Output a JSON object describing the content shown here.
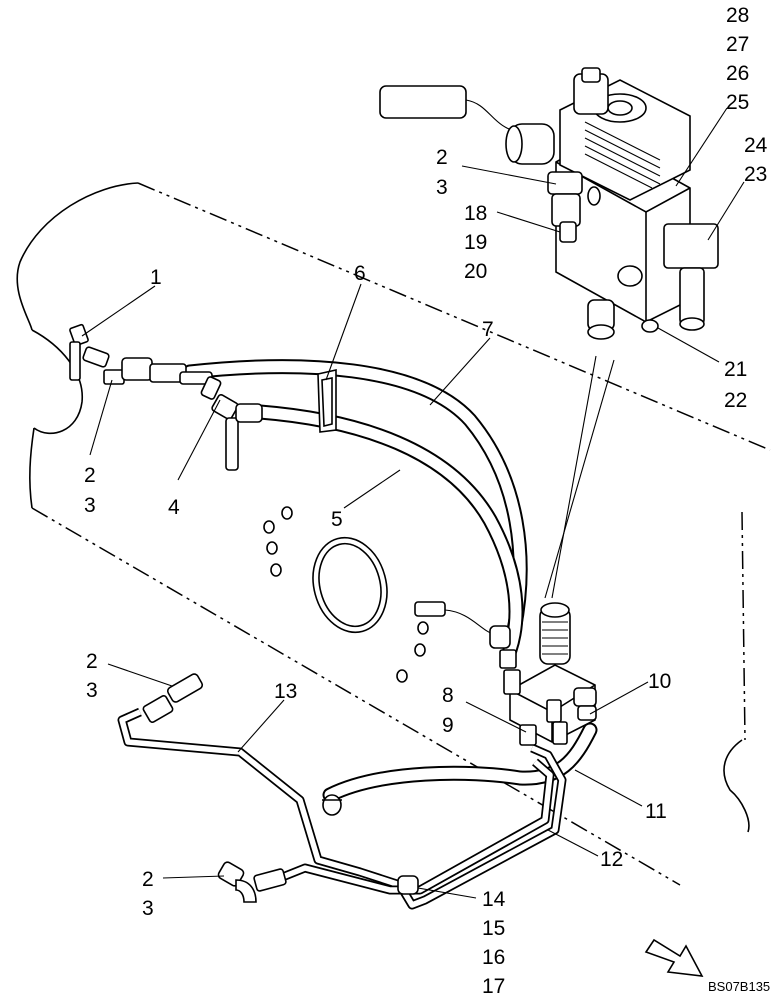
{
  "diagram": {
    "drawing_code": "BS07B135",
    "callouts": [
      {
        "id": "c1",
        "lines": [
          "1"
        ]
      },
      {
        "id": "c2",
        "lines": [
          "2",
          "3"
        ]
      },
      {
        "id": "c3",
        "lines": [
          "4"
        ]
      },
      {
        "id": "c4",
        "lines": [
          "5"
        ]
      },
      {
        "id": "c5",
        "lines": [
          "6"
        ]
      },
      {
        "id": "c6",
        "lines": [
          "7"
        ]
      },
      {
        "id": "c7",
        "lines": [
          "2",
          "3"
        ]
      },
      {
        "id": "c8",
        "lines": [
          "18",
          "19",
          "20"
        ]
      },
      {
        "id": "c9",
        "lines": [
          "28",
          "27",
          "26",
          "25"
        ]
      },
      {
        "id": "c10",
        "lines": [
          "24",
          "23"
        ]
      },
      {
        "id": "c11",
        "lines": [
          "21",
          "22"
        ]
      },
      {
        "id": "c12",
        "lines": [
          "2",
          "3"
        ]
      },
      {
        "id": "c13",
        "lines": [
          "13"
        ]
      },
      {
        "id": "c14",
        "lines": [
          "8",
          "9"
        ]
      },
      {
        "id": "c15",
        "lines": [
          "10"
        ]
      },
      {
        "id": "c16",
        "lines": [
          "11"
        ]
      },
      {
        "id": "c17",
        "lines": [
          "12"
        ]
      },
      {
        "id": "c18",
        "lines": [
          "2",
          "3"
        ]
      },
      {
        "id": "c19",
        "lines": [
          "14",
          "15",
          "16",
          "17"
        ]
      }
    ]
  }
}
